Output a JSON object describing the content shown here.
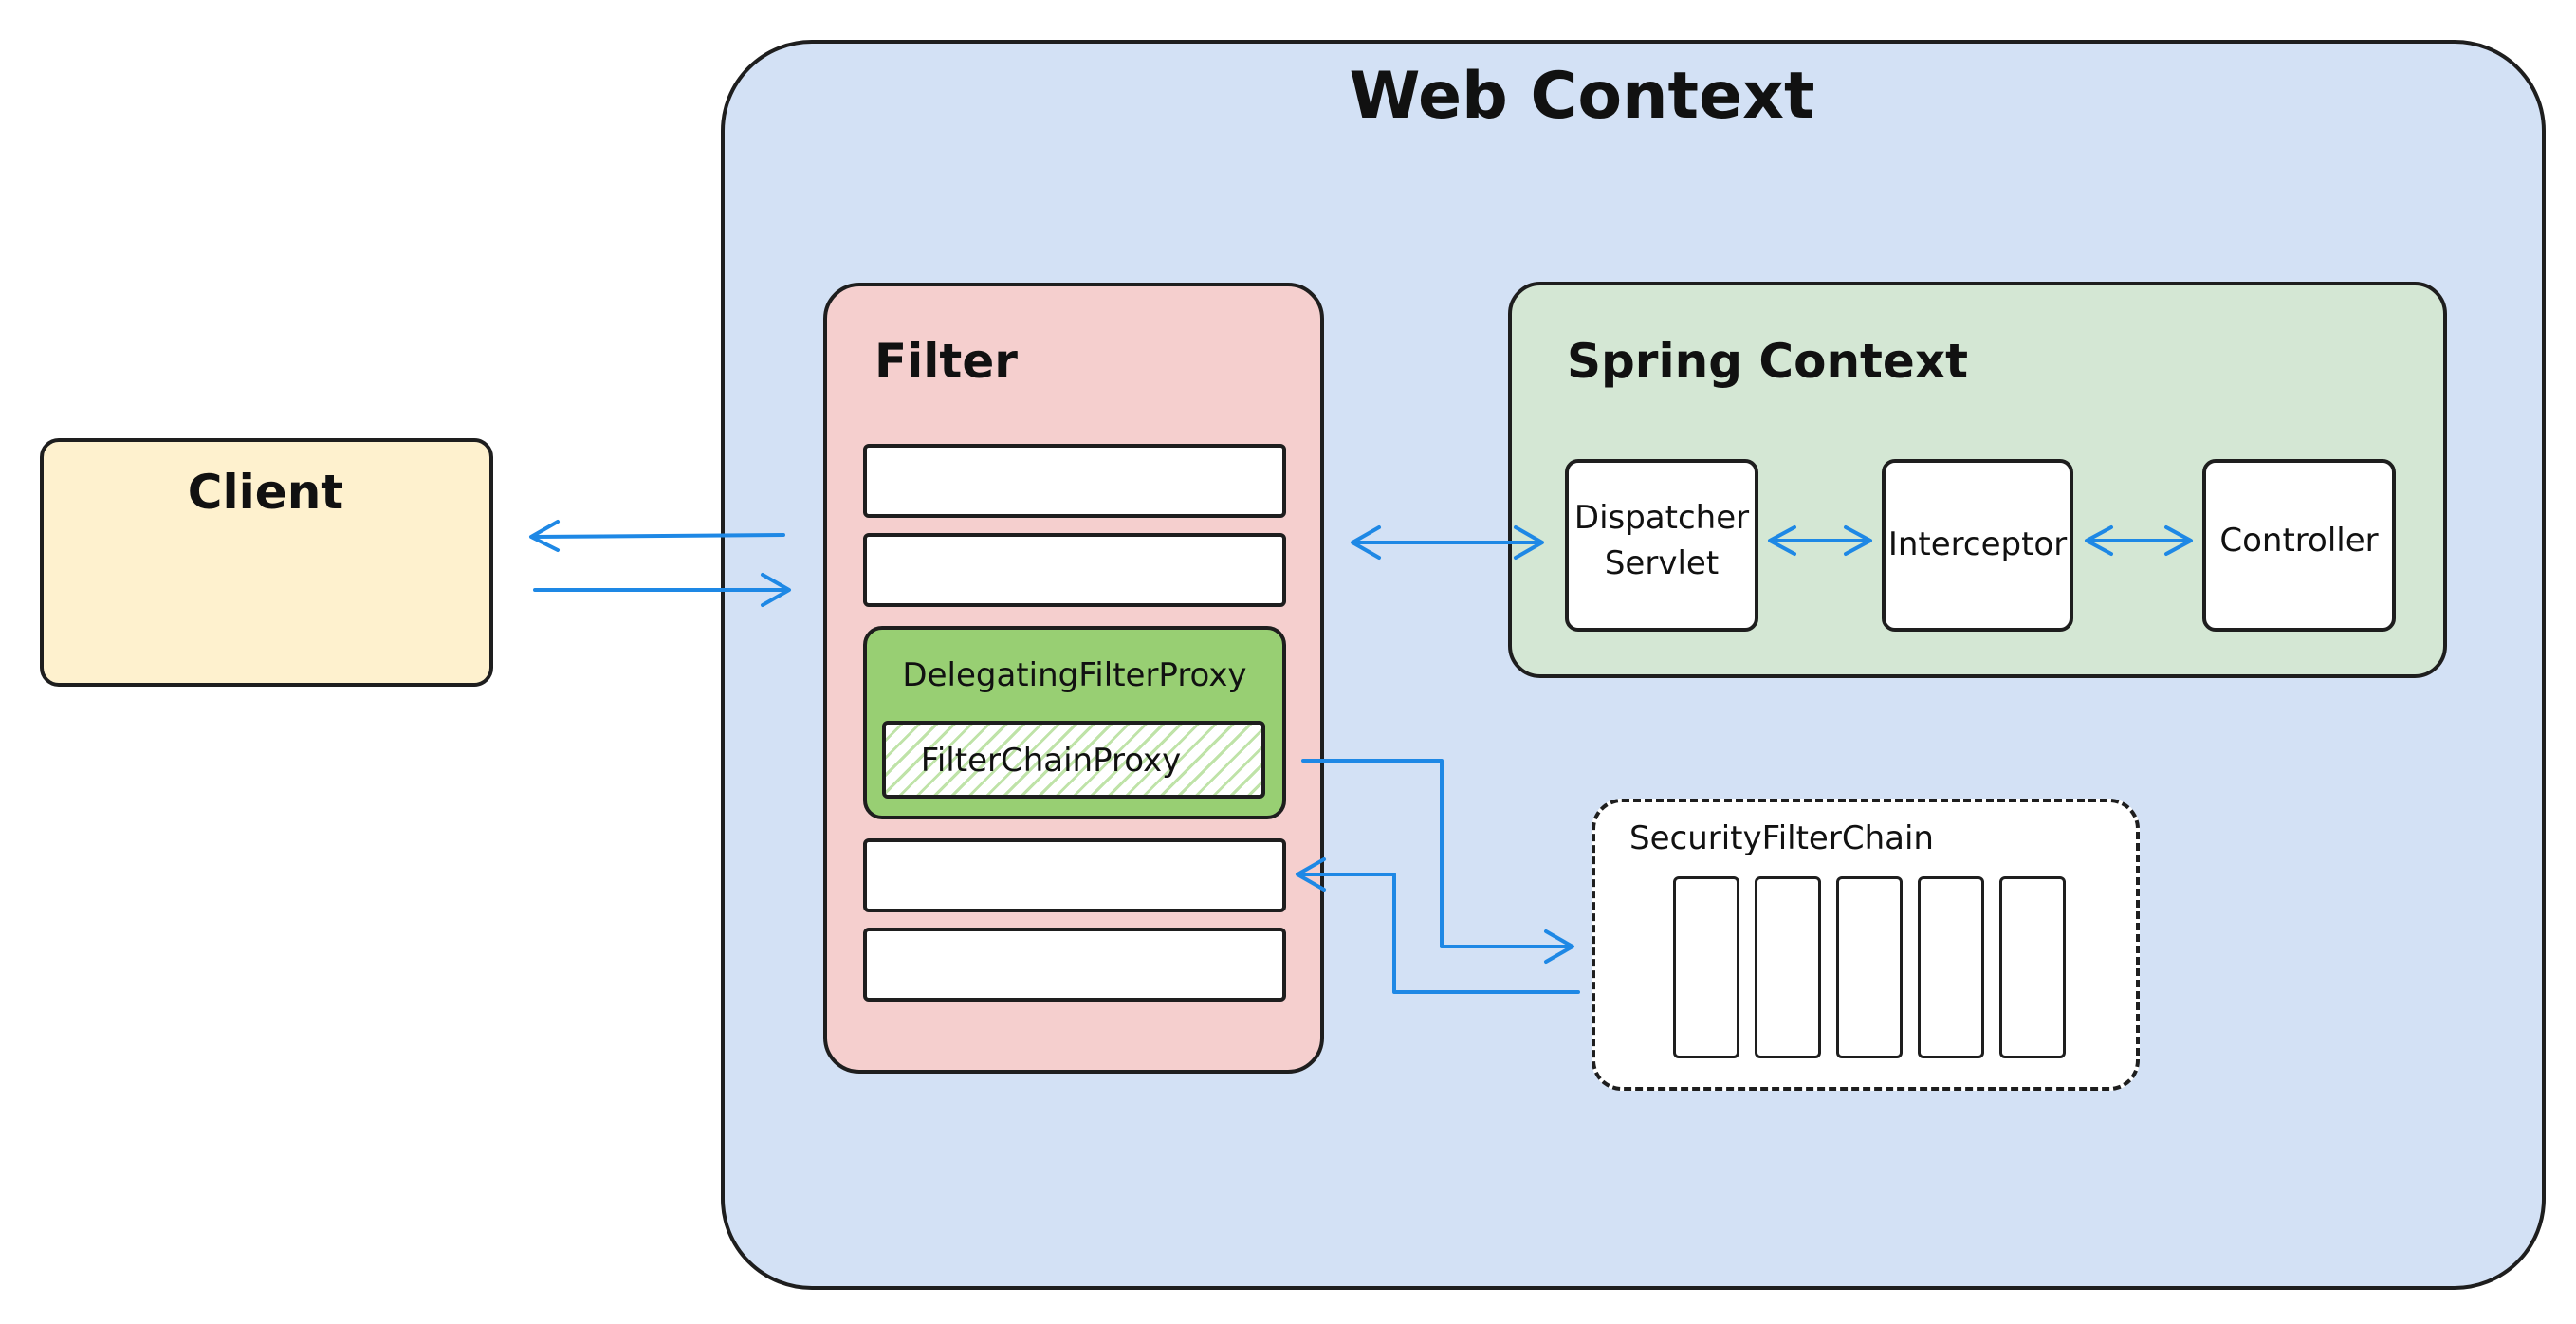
{
  "web_context": {
    "title": "Web Context"
  },
  "client": {
    "title": "Client"
  },
  "filter": {
    "title": "Filter",
    "delegating_proxy": "DelegatingFilterProxy",
    "chain_proxy": "FilterChainProxy"
  },
  "spring_context": {
    "title": "Spring Context",
    "dispatcher_line1": "Dispatcher",
    "dispatcher_line2": "Servlet",
    "interceptor": "Interceptor",
    "controller": "Controller"
  },
  "security_filter_chain": {
    "title": "SecurityFilterChain",
    "filters_shown": 5
  },
  "colors": {
    "arrow": "#1e88e5",
    "web_context_fill": "#d3e1f5",
    "client_fill": "#fef1ce",
    "filter_fill": "#f5cfce",
    "spring_fill": "#d4e7d4",
    "delegating_proxy_fill": "#98cf73"
  }
}
